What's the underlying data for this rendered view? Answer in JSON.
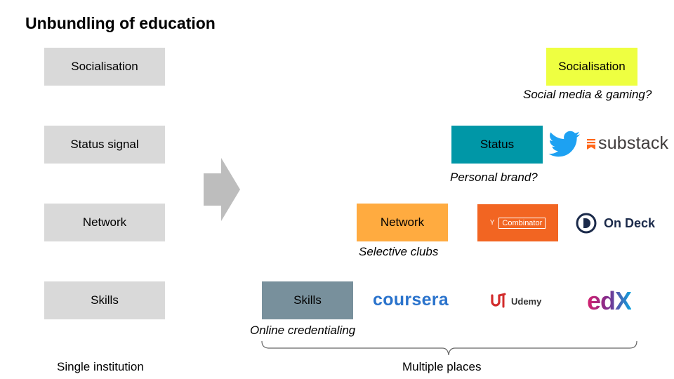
{
  "title": "Unbundling of education",
  "left": {
    "items": [
      {
        "label": "Socialisation"
      },
      {
        "label": "Status signal"
      },
      {
        "label": "Network"
      },
      {
        "label": "Skills"
      }
    ],
    "footer": "Single institution",
    "box_color": "#d9d9d9"
  },
  "right": {
    "socialisation": {
      "label": "Socialisation",
      "color": "#eeff41",
      "caption": "Social media & gaming?"
    },
    "status": {
      "label": "Status",
      "color": "#0097a7",
      "caption": "Personal brand?"
    },
    "network": {
      "label": "Network",
      "color": "#ffab40",
      "caption": "Selective clubs"
    },
    "skills": {
      "label": "Skills",
      "color": "#78909c",
      "caption": "Online credentialing"
    },
    "footer": "Multiple places"
  },
  "logos": {
    "twitter": {
      "icon": "twitter-bird-icon",
      "color": "#1da1f2"
    },
    "substack": {
      "text": "substack",
      "color": "#ff6719"
    },
    "ycombinator": {
      "y": "Y",
      "text": "Combinator",
      "color": "#f26522"
    },
    "ondeck": {
      "text": "On Deck",
      "color": "#1b2a4a"
    },
    "coursera": {
      "text": "coursera",
      "color": "#2a73cc"
    },
    "udemy": {
      "text": "Udemy",
      "color": "#a435f0"
    },
    "edx": {
      "text": "edX",
      "color": "#02262b"
    }
  }
}
